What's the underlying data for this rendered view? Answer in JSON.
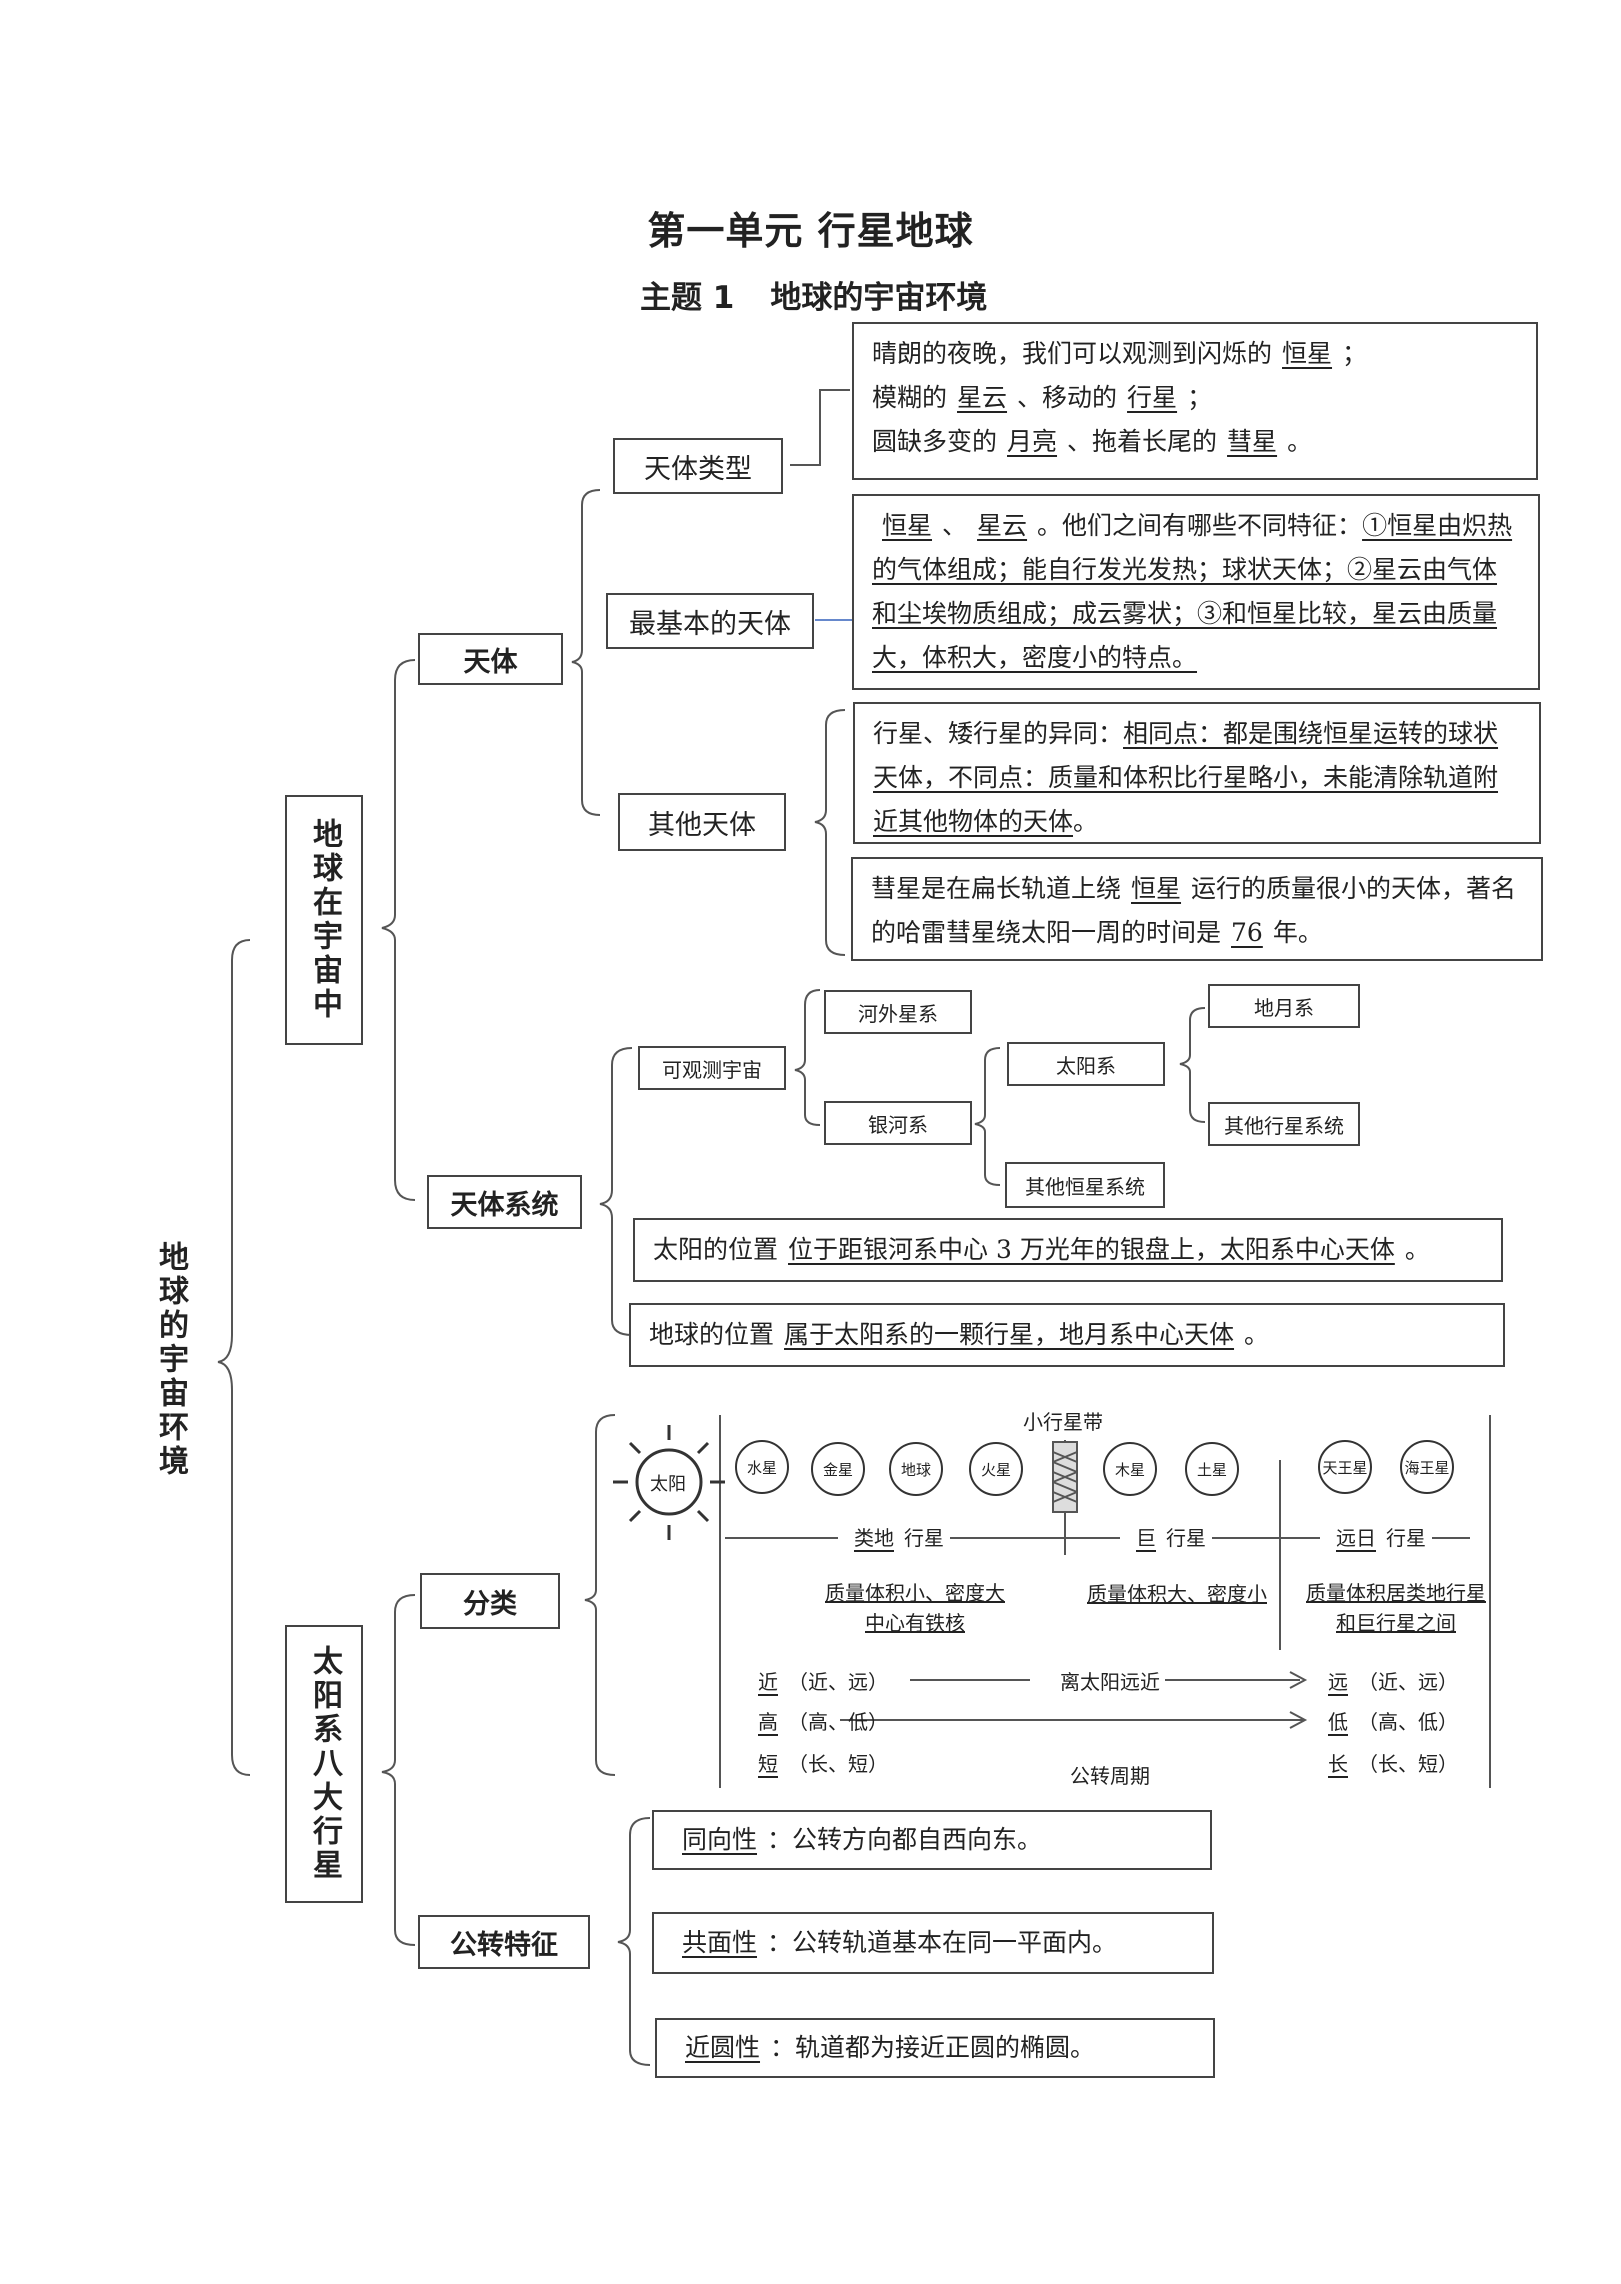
{
  "title": "第一单元  行星地球",
  "subtitle": {
    "num": "主题 1",
    "text": "地球的宇宙环境"
  },
  "root": "地球的宇宙环境",
  "branch1": "地球在宇宙中",
  "branch2": "太阳系八大行星",
  "tianti": "天体",
  "tianti_types": "天体类型",
  "basic_bodies": "最基本的天体",
  "other_bodies": "其他天体",
  "types_text": {
    "l1a": "晴朗的夜晚，我们可以观测到闪烁的",
    "l1b": "恒星",
    "l1c": "；",
    "l2a": "模糊的",
    "l2b": "星云",
    "l2c": "、移动的",
    "l2d": "行星",
    "l2e": "；",
    "l3a": "圆缺多变的",
    "l3b": "月亮",
    "l3c": "、拖着长尾的",
    "l3d": "彗星",
    "l3e": "。"
  },
  "basic_text": {
    "a": "恒星",
    "b": "、",
    "c": "星云",
    "d": "。他们之间有哪些不同特征：",
    "e": "①恒星由炽热的气体组成；能自行发光发热；球状天体；②星云由气体和尘埃物质组成；成云雾状；③和恒星比较，星云由质量大，体积大，密度小的特点。"
  },
  "other_text1": {
    "a": "行星、矮行星的异同：",
    "b": "相同点：都是围绕恒星运转的球状天体，不同点：质量和体积比行星略小，未能清除轨道附近其他物体的天体",
    "c": "。"
  },
  "other_text2": {
    "a": "彗星是在扁长轨道上绕",
    "b": "恒星",
    "c": "运行的质量很小的天体，著名的哈雷彗星绕太阳一周的时间是",
    "d": "76",
    "e": "年。"
  },
  "system": {
    "label": "天体系统",
    "observable": "可观测宇宙",
    "extragalactic": "河外星系",
    "milky_way": "银河系",
    "solar_system": "太阳系",
    "other_star_systems": "其他恒星系统",
    "earth_moon": "地月系",
    "other_planet_systems": "其他行星系统"
  },
  "sun_position": {
    "a": "太阳的位置",
    "b": "位于距银河系中心 3 万光年的银盘上，太阳系中心天体",
    "c": "。"
  },
  "earth_position": {
    "a": "地球的位置",
    "b": "属于太阳系的一颗行星，地月系中心天体",
    "c": "。"
  },
  "classify": {
    "label": "分类",
    "sun": "太阳",
    "asteroid_belt": "小行星带",
    "planets": [
      "水星",
      "金星",
      "地球",
      "火星",
      "木星",
      "土星",
      "天王星",
      "海王星"
    ],
    "g1a": "类地",
    "g1b": "行星",
    "g2a": "巨",
    "g2b": "行星",
    "g3a": "远日",
    "g3b": "行星",
    "d1": "质量体积小、密度大",
    "d1b": "中心有铁核",
    "d2": "质量体积大、密度小",
    "d3": "质量体积居类地行星",
    "d3b": "和巨行星之间",
    "r1a": "近",
    "r1b": "（近、远）",
    "r1c": "离太阳远近",
    "r1d": "远",
    "r1e": "（近、远）",
    "r2a": "高",
    "r2b": "（高、低）",
    "r2d": "低",
    "r2e": "（高、低）",
    "r3a": "短",
    "r3b": "（长、短）",
    "r3c": "公转周期",
    "r3d": "长",
    "r3e": "（长、短）"
  },
  "orbit": {
    "label": "公转特征",
    "f1a": "同向性",
    "f1b": "：公转方向都自西向东。",
    "f2a": "共面性",
    "f2b": "：公转轨道基本在同一平面内。",
    "f3a": "近圆性",
    "f3b": "：轨道都为接近正圆的椭圆。"
  }
}
